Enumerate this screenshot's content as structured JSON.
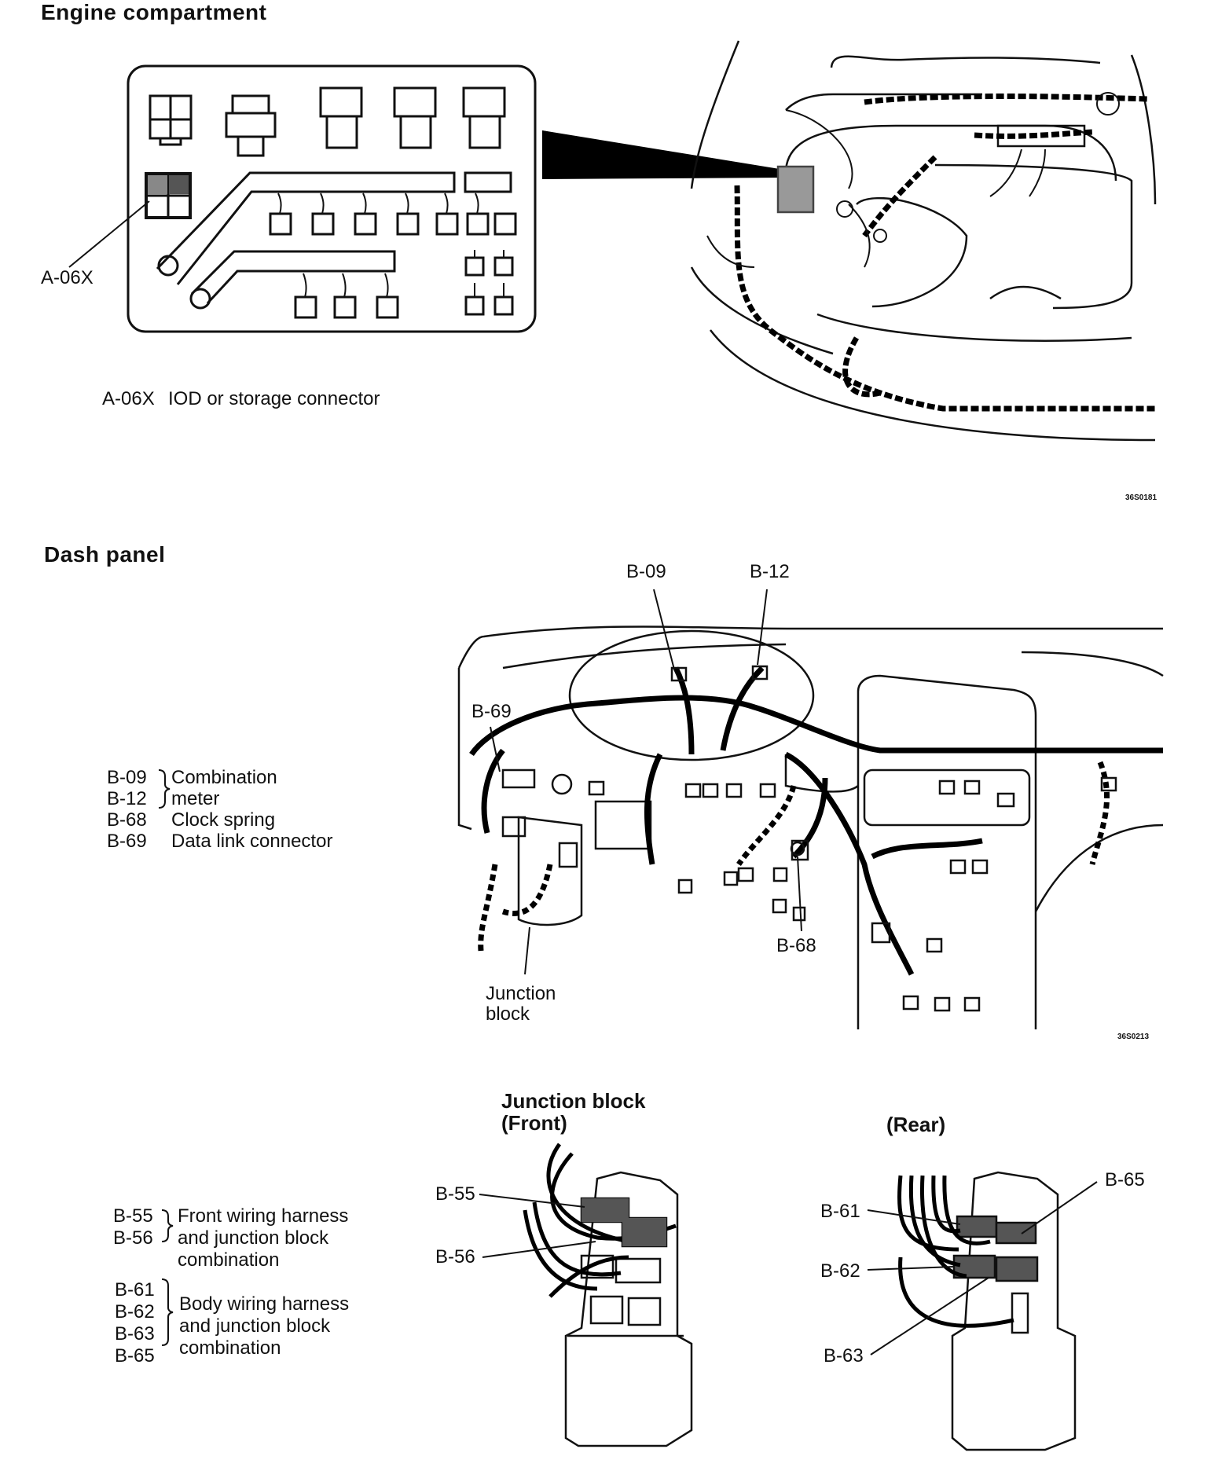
{
  "engine": {
    "title": "Engine  compartment",
    "callout": "A-06X",
    "legend_code": "A-06X",
    "legend_text": "IOD or storage connector",
    "fig_no": "36S0181"
  },
  "dash": {
    "title": "Dash  panel",
    "labels": {
      "b09": "B-09",
      "b12": "B-12",
      "b69": "B-69",
      "b68": "B-68",
      "junction_line1": "Junction",
      "junction_line2": "block"
    },
    "legend": [
      {
        "code": "B-09",
        "text": "Combination"
      },
      {
        "code": "B-12",
        "text": "meter"
      },
      {
        "code": "B-68",
        "text": "Clock spring"
      },
      {
        "code": "B-69",
        "text": "Data link connector"
      }
    ],
    "fig_no": "36S0213"
  },
  "junction": {
    "title_line1": "Junction block",
    "title_line2": "(Front)",
    "rear_title": "(Rear)",
    "front_labels": {
      "b55": "B-55",
      "b56": "B-56"
    },
    "rear_labels": {
      "b61": "B-61",
      "b62": "B-62",
      "b63": "B-63",
      "b65": "B-65"
    },
    "legend_front": {
      "codes": [
        "B-55",
        "B-56"
      ],
      "text": [
        "Front wiring harness",
        "and junction block",
        "combination"
      ]
    },
    "legend_body": {
      "codes": [
        "B-61",
        "B-62",
        "B-63",
        "B-65"
      ],
      "text": [
        "Body wiring harness",
        "and junction block",
        "combination"
      ]
    }
  }
}
